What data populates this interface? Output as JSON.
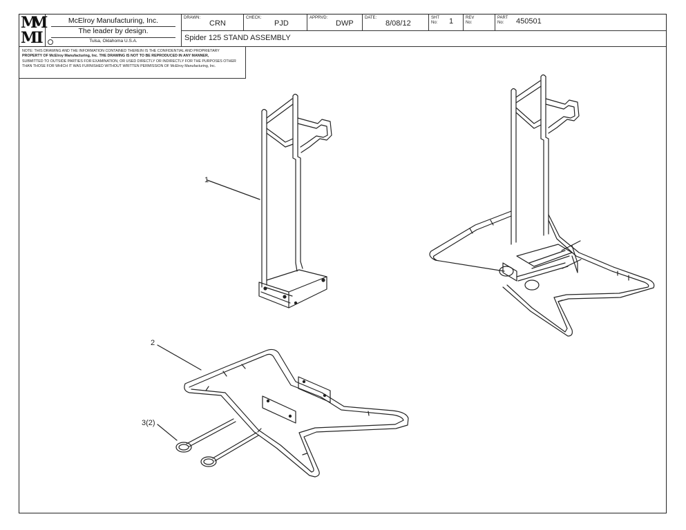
{
  "title_block": {
    "logo_top": "M",
    "logo_top_right": "M",
    "logo_bottom": "MI",
    "company_name": "McElroy Manufacturing, Inc.",
    "tagline": "The leader by design.",
    "location": "Tulsa, Oklahoma U.S.A.",
    "drawn_label": "DRAWN:",
    "drawn_value": "CRN",
    "check_label": "CHECK:",
    "check_value": "PJD",
    "apprvd_label": "APPRVD:",
    "apprvd_value": "DWP",
    "date_label": "DATE:",
    "date_value": "8/08/12",
    "sht_label_1": "SHT",
    "sht_label_2": "No:",
    "sht_value": "1",
    "rev_label_1": "REV",
    "rev_label_2": "No:",
    "rev_value": "",
    "part_label_1": "PART",
    "part_label_2": "No:",
    "part_value": "450501",
    "description": "Spider 125 STAND ASSEMBLY"
  },
  "note": {
    "line1": "NOTE: THIS DRAWING AND THE INFORMATION CONTAINED THEREIN IS THE CONFIDENTIAL AND PROPRIETARY",
    "line2": "PROPERTY OF McElroy Manufacturing, Inc. THE DRAWING IS NOT TO BE REPRODUCED IN ANY MANNER,",
    "line3": "SUBMITTED TO OUTSIDE PARTIES FOR EXAMINATION, OR USED DIRECTLY OR INDIRECTLY FOR THE PURPOSES OTHER",
    "line4": "THAN THOSE FOR WHICH IT WAS FURNISHED WITHOUT WRITTEN PERMISSION OF McElroy Manufacturing, Inc."
  },
  "callouts": {
    "item1": "1",
    "item2": "2",
    "item3": "3(2)"
  }
}
